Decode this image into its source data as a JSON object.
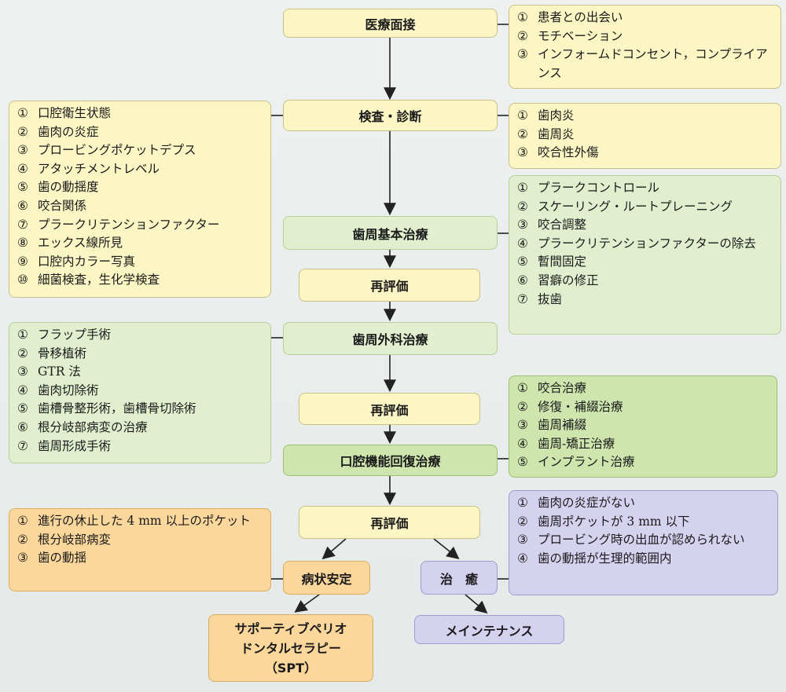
{
  "steps": {
    "interview": "医療面接",
    "exam": "検査・診断",
    "initial": "歯周基本治療",
    "reeval": "再評価",
    "surgery": "歯周外科治療",
    "oral_rehab": "口腔機能回復治療",
    "stable": "病状安定",
    "cure": "治　癒",
    "spt_line1": "サポーティブペリオ",
    "spt_line2": "ドンタルセラピー",
    "spt_line3": "（SPT）",
    "maintenance": "メインテナンス"
  },
  "lists": {
    "interview": [
      {
        "n": "①",
        "t": "患者との出会い"
      },
      {
        "n": "②",
        "t": "モチベーション"
      },
      {
        "n": "③",
        "t": "インフォームドコンセント，コンプライアンス"
      }
    ],
    "exam_items": [
      {
        "n": "①",
        "t": "口腔衛生状態"
      },
      {
        "n": "②",
        "t": "歯肉の炎症"
      },
      {
        "n": "③",
        "t": "プロービングポケットデプス"
      },
      {
        "n": "④",
        "t": "アタッチメントレベル"
      },
      {
        "n": "⑤",
        "t": "歯の動揺度"
      },
      {
        "n": "⑥",
        "t": "咬合関係"
      },
      {
        "n": "⑦",
        "t": "プラークリテンションファクター"
      },
      {
        "n": "⑧",
        "t": "エックス線所見"
      },
      {
        "n": "⑨",
        "t": "口腔内カラー写真"
      },
      {
        "n": "⑩",
        "t": "細菌検査，生化学検査"
      }
    ],
    "diagnosis": [
      {
        "n": "①",
        "t": "歯肉炎"
      },
      {
        "n": "②",
        "t": "歯周炎"
      },
      {
        "n": "③",
        "t": "咬合性外傷"
      }
    ],
    "initial": [
      {
        "n": "①",
        "t": "プラークコントロール"
      },
      {
        "n": "②",
        "t": "スケーリング・ルートプレーニング"
      },
      {
        "n": "③",
        "t": "咬合調整"
      },
      {
        "n": "④",
        "t": "プラークリテンションファクターの除去"
      },
      {
        "n": "⑤",
        "t": "暫間固定"
      },
      {
        "n": "⑥",
        "t": "習癖の修正"
      },
      {
        "n": "⑦",
        "t": "抜歯"
      }
    ],
    "surgery": [
      {
        "n": "①",
        "t": "フラップ手術"
      },
      {
        "n": "②",
        "t": "骨移植術"
      },
      {
        "n": "③",
        "t": "GTR 法"
      },
      {
        "n": "④",
        "t": "歯肉切除術"
      },
      {
        "n": "⑤",
        "t": "歯槽骨整形術，歯槽骨切除術"
      },
      {
        "n": "⑥",
        "t": "根分岐部病変の治療"
      },
      {
        "n": "⑦",
        "t": "歯周形成手術"
      }
    ],
    "oral_rehab": [
      {
        "n": "①",
        "t": "咬合治療"
      },
      {
        "n": "②",
        "t": "修復・補綴治療"
      },
      {
        "n": "③",
        "t": "歯周補綴"
      },
      {
        "n": "④",
        "t": "歯周‐矯正治療"
      },
      {
        "n": "⑤",
        "t": "インプラント治療"
      }
    ],
    "stable": [
      {
        "n": "①",
        "t": "進行の休止した 4 mm 以上のポケット"
      },
      {
        "n": "②",
        "t": "根分岐部病変"
      },
      {
        "n": "③",
        "t": "歯の動揺"
      }
    ],
    "cure": [
      {
        "n": "①",
        "t": "歯肉の炎症がない"
      },
      {
        "n": "②",
        "t": "歯周ポケットが 3 mm 以下"
      },
      {
        "n": "③",
        "t": "プロービング時の出血が認められない"
      },
      {
        "n": "④",
        "t": "歯の動揺が生理的範囲内"
      }
    ]
  }
}
